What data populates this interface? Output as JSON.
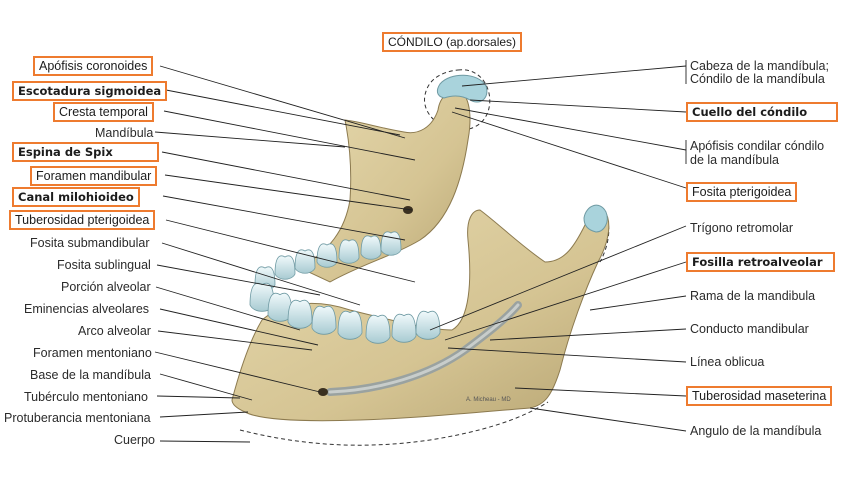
{
  "header": {
    "title": "CÓNDILO (ap.dorsales)"
  },
  "colors": {
    "highlight_border": "#ee7b2f",
    "bone": "#d7c79b",
    "cartilage": "#a9d3dc",
    "canal": "#9aa2a0"
  },
  "left_labels": [
    {
      "id": "apofisis-coronoides",
      "text": "Apófisis coronoides",
      "highlighted": true
    },
    {
      "id": "escotadura-sigmoidea",
      "text": "Escotadura sigmoidea",
      "highlighted": true
    },
    {
      "id": "cresta-temporal",
      "text": "Cresta temporal",
      "highlighted": true
    },
    {
      "id": "mandibula",
      "text": "Mandíbula",
      "highlighted": false
    },
    {
      "id": "espina-de-spix",
      "text": "Espina de Spix",
      "highlighted": true
    },
    {
      "id": "foramen-mandibular",
      "text": "Foramen mandibular",
      "highlighted": true
    },
    {
      "id": "canal-milohioideo",
      "text": "Canal milohioideo",
      "highlighted": true
    },
    {
      "id": "tuberosidad-pterigoidea",
      "text": "Tuberosidad pterigoidea",
      "highlighted": true
    },
    {
      "id": "fosita-submandibular",
      "text": "Fosita submandibular",
      "highlighted": false
    },
    {
      "id": "fosita-sublingual",
      "text": "Fosita sublingual",
      "highlighted": false
    },
    {
      "id": "porcion-alveolar",
      "text": "Porción alveolar",
      "highlighted": false
    },
    {
      "id": "eminencias-alveolares",
      "text": "Eminencias alveolares",
      "highlighted": false
    },
    {
      "id": "arco-alveolar",
      "text": "Arco alveolar",
      "highlighted": false
    },
    {
      "id": "foramen-mentoniano",
      "text": "Foramen mentoniano",
      "highlighted": false
    },
    {
      "id": "base-de-la-mandibula",
      "text": "Base de la mandíbula",
      "highlighted": false
    },
    {
      "id": "tuberculo-mentoniano",
      "text": "Tubérculo mentoniano",
      "highlighted": false
    },
    {
      "id": "protuberancia-mentoniana",
      "text": "Protuberancia mentoniana",
      "highlighted": false
    },
    {
      "id": "cuerpo",
      "text": "Cuerpo",
      "highlighted": false
    }
  ],
  "right_labels": [
    {
      "id": "cabeza-de-la-mandibula",
      "text": "Cabeza de la mandíbula;",
      "text2": "Cóndilo de la mandíbula",
      "highlighted": false
    },
    {
      "id": "cuello-del-condilo",
      "text": "Cuello del cóndilo",
      "highlighted": true
    },
    {
      "id": "apofisis-condilar",
      "text": "Apófisis condilar cóndilo",
      "text2": "de la mandíbula",
      "highlighted": false
    },
    {
      "id": "fosita-pterigoidea",
      "text": "Fosita pterigoidea",
      "highlighted": true
    },
    {
      "id": "trigono-retromolar",
      "text": "Trígono retromolar",
      "highlighted": false
    },
    {
      "id": "fosilla-retroalveolar",
      "text": "Fosilla retroalveolar",
      "highlighted": true
    },
    {
      "id": "rama-de-la-mandibula",
      "text": "Rama de la mandibula",
      "highlighted": false
    },
    {
      "id": "conducto-mandibular",
      "text": "Conducto mandibular",
      "highlighted": false
    },
    {
      "id": "linea-oblicua",
      "text": "Línea oblicua",
      "highlighted": false
    },
    {
      "id": "tuberosidad-maseterina",
      "text": "Tuberosidad maseterina",
      "highlighted": true
    },
    {
      "id": "angulo-de-la-mandibula",
      "text": "Angulo de la mandíbula",
      "highlighted": false
    }
  ],
  "signature": "A. Micheau - MD"
}
